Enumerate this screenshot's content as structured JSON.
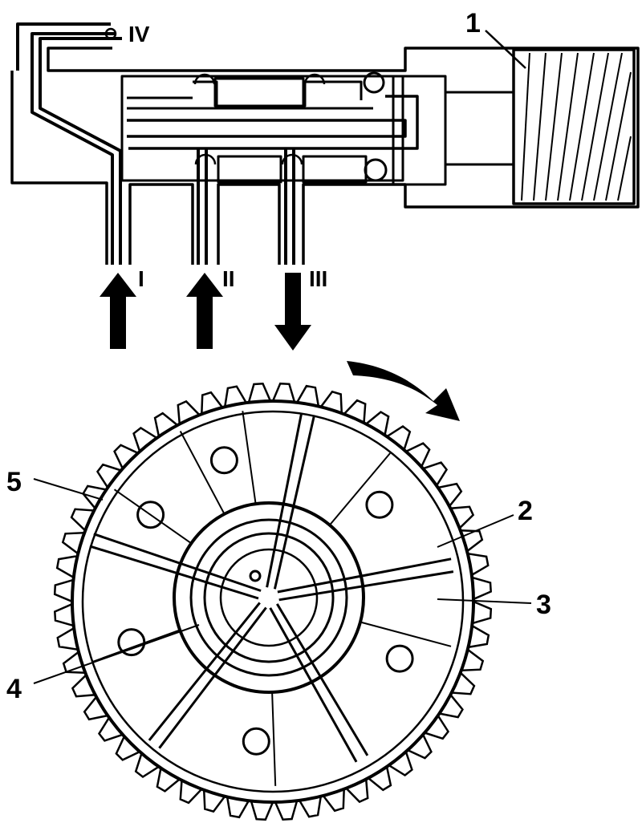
{
  "labels": {
    "part_1": "1",
    "part_2": "2",
    "part_3": "3",
    "part_4": "4",
    "part_5": "5",
    "port_I": "I",
    "port_II": "II",
    "port_III": "III",
    "port_IV": "IV"
  },
  "gear": {
    "teeth": 52,
    "vanes": 5,
    "bolt_holes": 6
  },
  "colors": {
    "line": "#000000",
    "background": "#ffffff"
  }
}
